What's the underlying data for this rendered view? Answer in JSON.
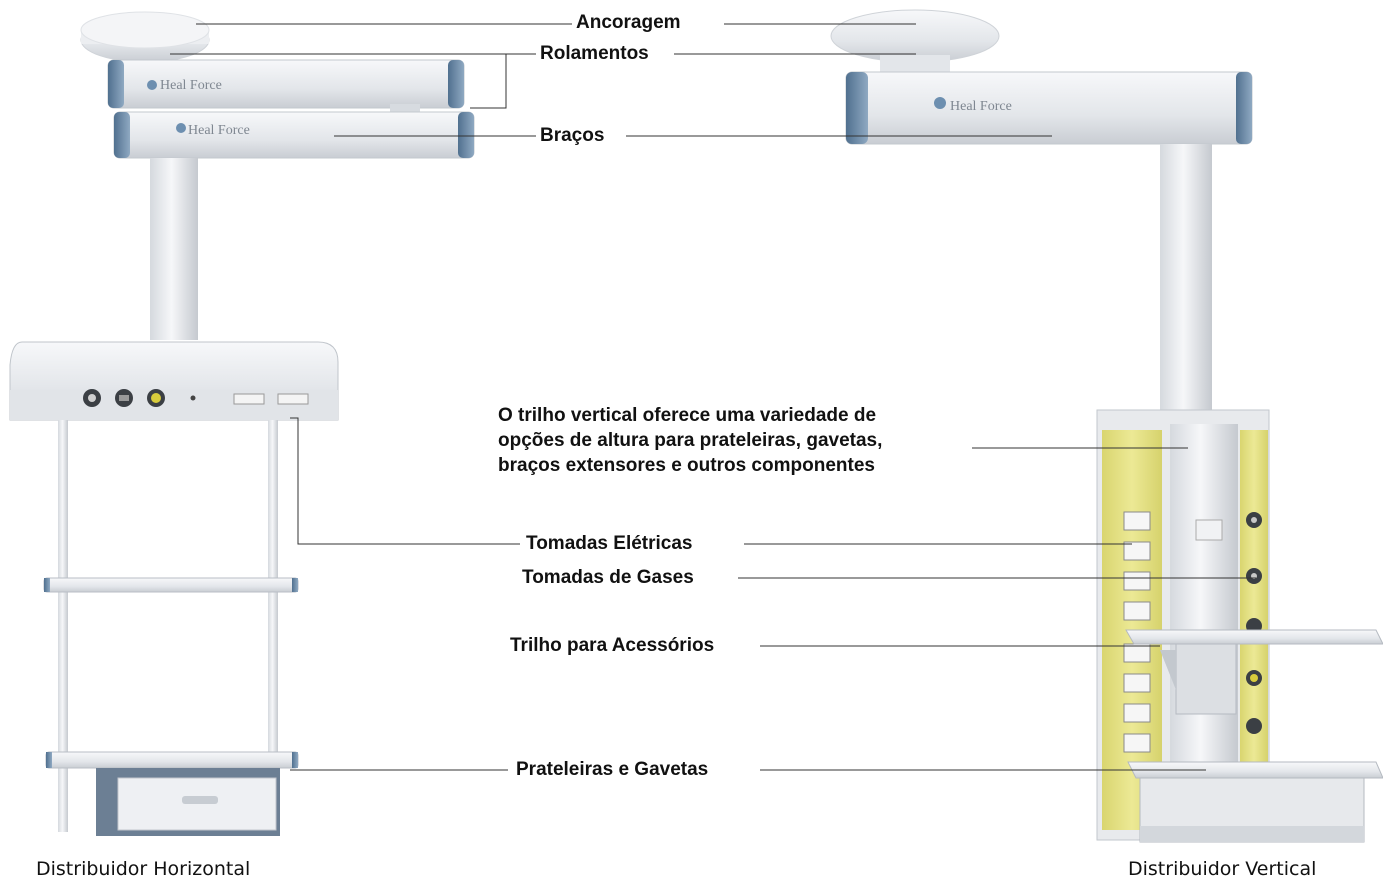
{
  "labels": {
    "anchorage": "Ancoragem",
    "bearings": "Rolamentos",
    "arms": "Braços",
    "electrical_outlets": "Tomadas Elétricas",
    "gas_outlets": "Tomadas de Gases",
    "accessory_rail": "Trilho para Acessórios",
    "shelves_drawers": "Prateleiras e Gavetas"
  },
  "description": {
    "line1": "O trilho vertical oferece uma variedade de",
    "line2": "opções de altura para prateleiras, gavetas,",
    "line3": "braços extensores e outros componentes"
  },
  "captions": {
    "left": "Distribuidor Horizontal",
    "right": "Distribuidor Vertical"
  },
  "brand": "Heal Force",
  "colors": {
    "body": "#e9ebee",
    "accent_blue": "#6f8fae",
    "yellow_panel": "#e4e08a",
    "line": "#333333"
  }
}
